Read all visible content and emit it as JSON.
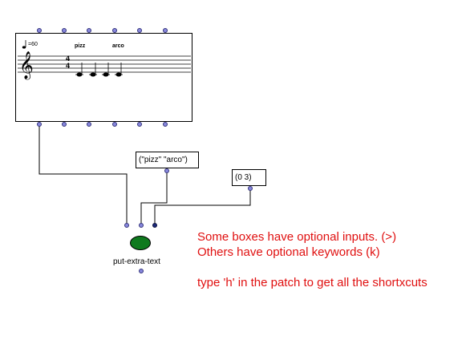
{
  "score": {
    "tempo_label": "=60",
    "time_signature": {
      "top": "4",
      "bottom": "4"
    },
    "texts": [
      "pizz",
      "arco"
    ],
    "note_count": 4
  },
  "list_box": {
    "value": "(\"pizz\" \"arco\")"
  },
  "positions_box": {
    "value": "(0 3)"
  },
  "object": {
    "name": "put-extra-text",
    "color": "#0f7a1e"
  },
  "comment": {
    "line1": "Some boxes have optional inputs. (>)",
    "line2": "Others have optional keywords (k)",
    "line3": "type 'h' in the patch to get all the shortxcuts",
    "color": "#e01010"
  }
}
